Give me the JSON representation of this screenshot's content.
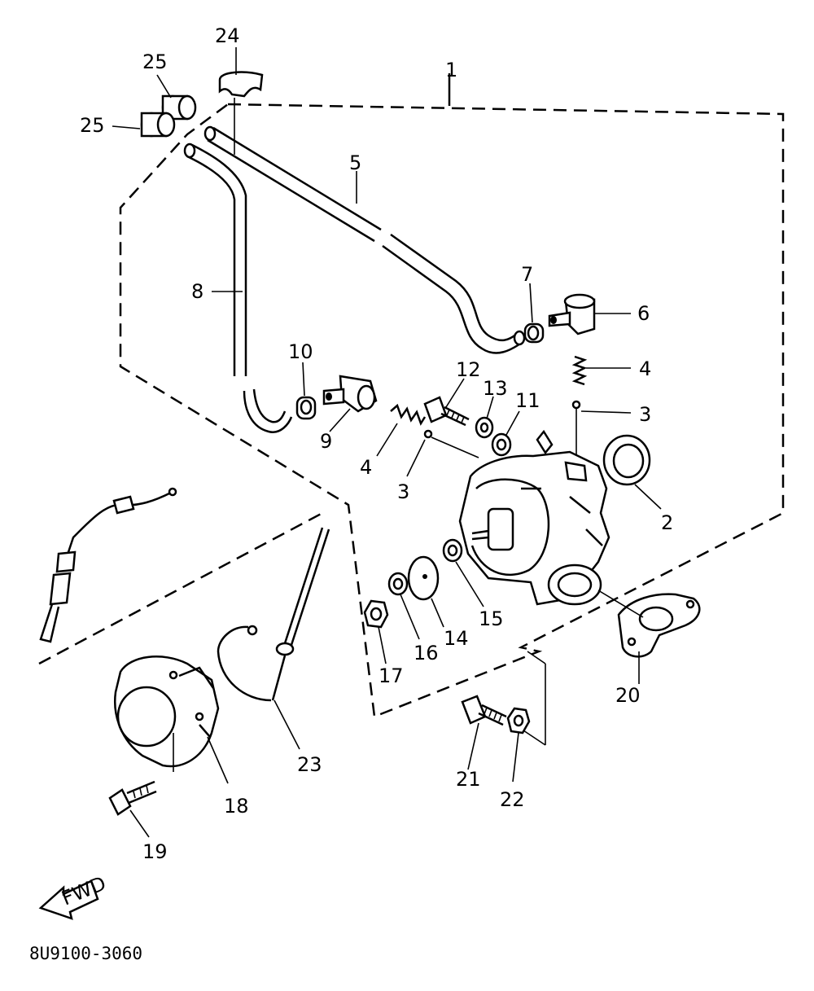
{
  "callouts": [
    {
      "id": "1",
      "text": "1"
    },
    {
      "id": "2",
      "text": "2"
    },
    {
      "id": "3a",
      "text": "3"
    },
    {
      "id": "3b",
      "text": "3"
    },
    {
      "id": "4a",
      "text": "4"
    },
    {
      "id": "4b",
      "text": "4"
    },
    {
      "id": "5",
      "text": "5"
    },
    {
      "id": "6",
      "text": "6"
    },
    {
      "id": "7",
      "text": "7"
    },
    {
      "id": "8",
      "text": "8"
    },
    {
      "id": "9",
      "text": "9"
    },
    {
      "id": "10",
      "text": "10"
    },
    {
      "id": "11",
      "text": "11"
    },
    {
      "id": "12",
      "text": "12"
    },
    {
      "id": "13",
      "text": "13"
    },
    {
      "id": "14",
      "text": "14"
    },
    {
      "id": "15",
      "text": "15"
    },
    {
      "id": "16",
      "text": "16"
    },
    {
      "id": "17",
      "text": "17"
    },
    {
      "id": "18",
      "text": "18"
    },
    {
      "id": "19",
      "text": "19"
    },
    {
      "id": "20",
      "text": "20"
    },
    {
      "id": "21",
      "text": "21"
    },
    {
      "id": "22",
      "text": "22"
    },
    {
      "id": "23",
      "text": "23"
    },
    {
      "id": "24",
      "text": "24"
    },
    {
      "id": "25a",
      "text": "25"
    },
    {
      "id": "25b",
      "text": "25"
    }
  ],
  "diagram_code": "8U9100-3060",
  "fwd_label": "FWD"
}
